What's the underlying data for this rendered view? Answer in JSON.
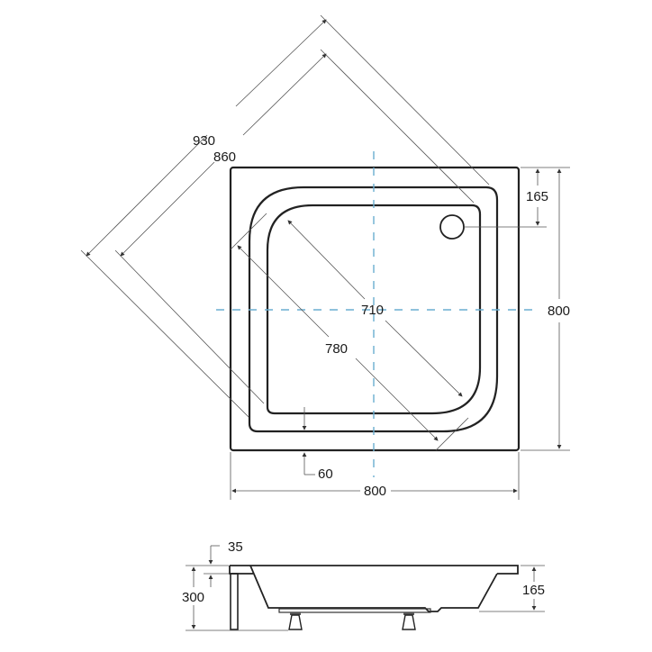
{
  "drawing": {
    "subject": "square shower tray technical drawing",
    "top_view": {
      "dimensions": {
        "diagonal_outer": "930",
        "diagonal_inner": "860",
        "tray_diagonal_inner": "710",
        "tray_diagonal_outer": "780",
        "drain_offset": "165",
        "height": "800",
        "width": "800",
        "rim_width": "60"
      },
      "colors": {
        "outline": "#222222",
        "dimension_line": "#555555",
        "center_line": "#6aaed0"
      }
    },
    "side_view": {
      "dimensions": {
        "rim_thickness": "35",
        "total_height": "300",
        "tray_depth": "165"
      }
    }
  }
}
